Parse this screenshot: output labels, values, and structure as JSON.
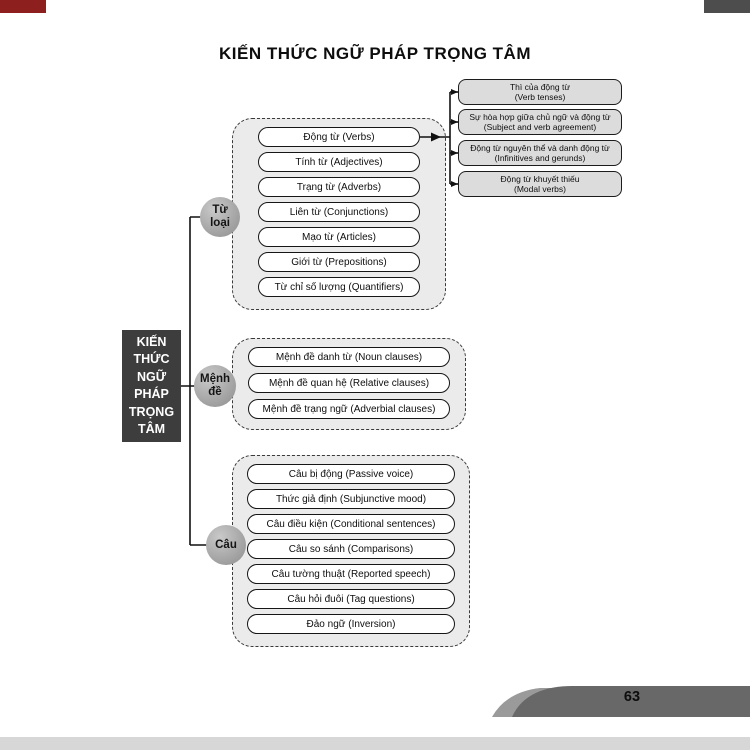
{
  "header": {
    "title": "KIẾN THỨC NGỮ PHÁP TRỌNG TÂM"
  },
  "root": {
    "label": "KIẾN THỨC NGỮ PHÁP TRỌNG TÂM",
    "lines": [
      "KIẾN",
      "THỨC",
      "NGỮ",
      "PHÁP",
      "TRỌNG",
      "TÂM"
    ]
  },
  "branches": [
    {
      "label": "Từ loại",
      "items": [
        "Động từ (Verbs)",
        "Tính từ (Adjectives)",
        "Trạng từ (Adverbs)",
        "Liên từ (Conjunctions)",
        "Mạo từ (Articles)",
        "Giới từ (Prepositions)",
        "Từ chỉ số lượng (Quantifiers)"
      ]
    },
    {
      "label": "Mệnh đề",
      "items": [
        "Mệnh đề danh từ (Noun clauses)",
        "Mệnh đề quan hệ (Relative clauses)",
        "Mệnh đề trạng ngữ (Adverbial clauses)"
      ]
    },
    {
      "label": "Câu",
      "items": [
        "Câu bị động (Passive voice)",
        "Thức giả định (Subjunctive mood)",
        "Câu điều kiện (Conditional sentences)",
        "Câu so sánh (Comparisons)",
        "Câu tường thuật (Reported speech)",
        "Câu hỏi đuôi (Tag questions)",
        "Đảo ngữ (Inversion)"
      ]
    }
  ],
  "verb_details": [
    {
      "line1": "Thì của động từ",
      "line2": "(Verb tenses)"
    },
    {
      "line1": "Sự hòa hợp giữa chủ ngữ và động từ",
      "line2": "(Subject and verb agreement)"
    },
    {
      "line1": "Động từ nguyên thể và danh động từ",
      "line2": "(Infinitives and gerunds)"
    },
    {
      "line1": "Động từ khuyết thiếu",
      "line2": "(Modal verbs)"
    }
  ],
  "footer": {
    "page_number": "63"
  },
  "colors": {
    "corner_tab_left": "#8e1f1f",
    "corner_tab_right": "#4d4d4d",
    "root_node": "#3d3d3d",
    "branch_circle": "#a8a8a8",
    "group_fill": "#ebebeb",
    "detail_fill": "#dcdcdc",
    "swoosh": "#686868",
    "bottom_strip": "#d7d7d7"
  }
}
